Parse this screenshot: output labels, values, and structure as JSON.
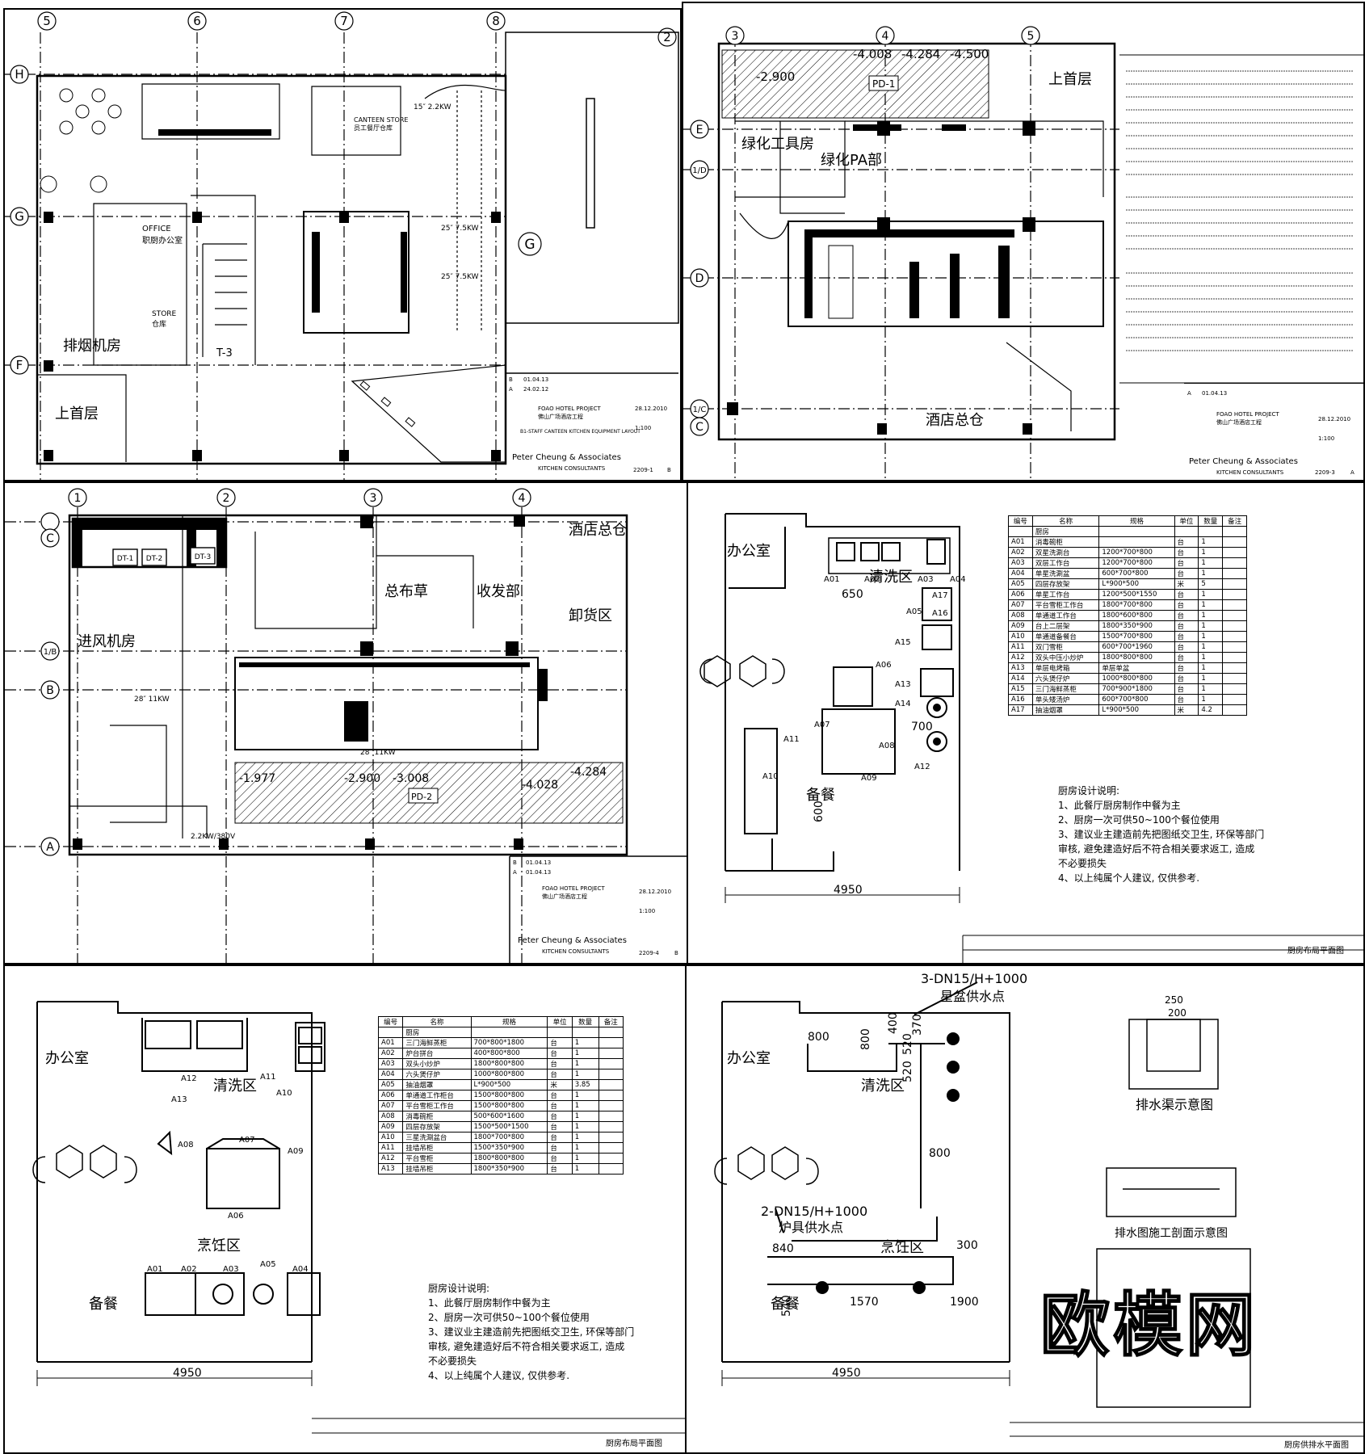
{
  "sheet1": {
    "grid": [
      "5",
      "6",
      "7",
      "8",
      "H",
      "G",
      "F"
    ],
    "rooms": {
      "fan_room": "排烟机房",
      "upper_floor": "上首层",
      "office": "OFFICE\n职厨办公室",
      "store": "STORE\n仓库",
      "canteen_store": "CANTEEN STORE\n员工餐厅仓库",
      "lift": "T-3"
    },
    "ratings": [
      "15″ 2.2KW",
      "25″ 7.5KW",
      "25″ 7.5KW"
    ],
    "title_block": {
      "rev_b": "B",
      "date_b": "01.04.13",
      "rev_a": "A",
      "date_a": "24.02.12",
      "project": "FOAO HOTEL PROJECT",
      "project_cn": "佛山广场酒店工程",
      "title": "B1-STAFF CANTEEN KITCHEN EQUIPMENT LAYOUT",
      "company": "Peter Cheung & Associates",
      "company_sub": "KITCHEN CONSULTANTS",
      "drawing_no": "2209-1",
      "rev": "B",
      "scale": "1:100",
      "date": "28.12.2010"
    }
  },
  "sheet2": {
    "grid": [
      "3",
      "4",
      "5",
      "E",
      "1/D",
      "D",
      "1/C",
      "C"
    ],
    "rooms": {
      "upper_floor": "上首层",
      "garden_tools": "绿化工具房",
      "garden_pa": "绿化PA部",
      "hotel_store": "酒店总仓"
    },
    "levels": [
      "-2.900",
      "-4.008",
      "-4.284",
      "-4.500"
    ],
    "tag": "PD-1",
    "title_block": {
      "rev_a": "A",
      "date_a": "01.04.13",
      "project": "FOAO HOTEL PROJECT",
      "project_cn": "佛山广场酒店工程",
      "company": "Peter Cheung & Associates",
      "company_sub": "KITCHEN CONSULTANTS",
      "drawing_no": "2209-3",
      "rev": "A",
      "scale": "1:100",
      "date": "28.12.2010"
    }
  },
  "sheet3": {
    "grid": [
      "1",
      "2",
      "3",
      "4",
      "C",
      "1/B",
      "B",
      "A"
    ],
    "rooms": {
      "hotel_store": "酒店总仓",
      "general_store": "总布草",
      "receiving": "收发部",
      "unloading": "卸货区",
      "air_room": "进风机房"
    },
    "levels": [
      "-1.977",
      "-2.900",
      "-3.008",
      "-4.028",
      "-4.284"
    ],
    "tags": [
      "DT-1",
      "DT-2",
      "DT-3",
      "PD-2"
    ],
    "ratings": [
      "28″ 11KW",
      "28″ 11KW",
      "2.2KW/380V"
    ],
    "title_block": {
      "rev_b": "B",
      "date_b": "01.04.13",
      "rev_a": "A",
      "date_a": "01.04.13",
      "project": "FOAO HOTEL PROJECT",
      "project_cn": "佛山广场酒店工程",
      "company": "Peter Cheung & Associates",
      "company_sub": "KITCHEN CONSULTANTS",
      "drawing_no": "2209-4",
      "rev": "B",
      "scale": "1:100",
      "date": "28.12.2010"
    }
  },
  "sheet4": {
    "rooms": {
      "office": "办公室",
      "wash": "清洗区",
      "serve": "备餐"
    },
    "dims": [
      "650",
      "700",
      "600",
      "4950"
    ],
    "table": {
      "headers": [
        "编号",
        "名称",
        "规格",
        "单位",
        "数量",
        "备注"
      ],
      "section": "厨房",
      "rows": [
        [
          "A01",
          "消毒碗柜",
          "",
          "台",
          "1",
          ""
        ],
        [
          "A02",
          "双星洗涮台",
          "1200*700*800",
          "台",
          "1",
          ""
        ],
        [
          "A03",
          "双层工作台",
          "1200*700*800",
          "台",
          "1",
          ""
        ],
        [
          "A04",
          "单星洗涮盆",
          "600*700*800",
          "台",
          "1",
          ""
        ],
        [
          "A05",
          "四层存放架",
          "L*900*500",
          "米",
          "5",
          ""
        ],
        [
          "A06",
          "单星工作台",
          "1200*500*1550",
          "台",
          "1",
          ""
        ],
        [
          "A07",
          "平台雪柜工作台",
          "1800*700*800",
          "台",
          "1",
          ""
        ],
        [
          "A08",
          "单通道工作台",
          "1800*600*800",
          "台",
          "1",
          ""
        ],
        [
          "A09",
          "台上二层架",
          "1800*350*900",
          "台",
          "1",
          ""
        ],
        [
          "A10",
          "单通道备餐台",
          "1500*700*800",
          "台",
          "1",
          ""
        ],
        [
          "A11",
          "双门雪柜",
          "600*700*1960",
          "台",
          "1",
          ""
        ],
        [
          "A12",
          "双头中压小炒炉",
          "1800*800*800",
          "台",
          "1",
          ""
        ],
        [
          "A13",
          "单层电烤箱",
          "单层单盆",
          "台",
          "1",
          ""
        ],
        [
          "A14",
          "六头煲仔炉",
          "1000*800*800",
          "台",
          "1",
          ""
        ],
        [
          "A15",
          "三门海鲜蒸柜",
          "700*900*1800",
          "台",
          "1",
          ""
        ],
        [
          "A16",
          "单头矮汤炉",
          "600*700*800",
          "台",
          "1",
          ""
        ],
        [
          "A17",
          "抽油烟罩",
          "L*900*500",
          "米",
          "4.2",
          ""
        ]
      ]
    },
    "notes": [
      "厨房设计说明:",
      "1、此餐厅厨房制作中餐为主",
      "2、厨房一次可供50~100个餐位使用",
      "3、建议业主建造前先把图纸交卫生, 环保等部门",
      "审核, 避免建造好后不符合相关要求返工, 造成",
      "不必要损失",
      "4、以上纯属个人建议, 仅供参考."
    ],
    "sheet_title": "厨房布局平面图"
  },
  "sheet5": {
    "rooms": {
      "office": "办公室",
      "wash": "清洗区",
      "cook": "烹饪区",
      "serve": "备餐"
    },
    "dims": [
      "4950"
    ],
    "table": {
      "headers": [
        "编号",
        "名称",
        "规格",
        "单位",
        "数量",
        "备注"
      ],
      "section": "厨房",
      "rows": [
        [
          "A01",
          "三门海鲜蒸柜",
          "700*800*1800",
          "台",
          "1",
          ""
        ],
        [
          "A02",
          "炉台拼台",
          "400*800*800",
          "台",
          "1",
          ""
        ],
        [
          "A03",
          "双头小炒炉",
          "1800*800*800",
          "台",
          "1",
          ""
        ],
        [
          "A04",
          "六头煲仔炉",
          "1000*800*800",
          "台",
          "1",
          ""
        ],
        [
          "A05",
          "抽油烟罩",
          "L*900*500",
          "米",
          "3.85",
          ""
        ],
        [
          "A06",
          "单通道工作柜台",
          "1500*800*800",
          "台",
          "1",
          ""
        ],
        [
          "A07",
          "平台雪柜工作台",
          "1500*800*800",
          "台",
          "1",
          ""
        ],
        [
          "A08",
          "消毒碗柜",
          "500*600*1600",
          "台",
          "1",
          ""
        ],
        [
          "A09",
          "四层存放架",
          "1500*500*1500",
          "台",
          "1",
          ""
        ],
        [
          "A10",
          "三星洗涮盆台",
          "1800*700*800",
          "台",
          "1",
          ""
        ],
        [
          "A11",
          "挂墙吊柜",
          "1500*350*900",
          "台",
          "1",
          ""
        ],
        [
          "A12",
          "平台雪柜",
          "1800*800*800",
          "台",
          "1",
          ""
        ],
        [
          "A13",
          "挂墙吊柜",
          "1800*350*900",
          "台",
          "1",
          ""
        ]
      ]
    },
    "notes": [
      "厨房设计说明:",
      "1、此餐厅厨房制作中餐为主",
      "2、厨房一次可供50~100个餐位使用",
      "3、建议业主建造前先把图纸交卫生, 环保等部门",
      "审核, 避免建造好后不符合相关要求返工, 造成",
      "不必要损失",
      "4、以上纯属个人建议, 仅供参考."
    ],
    "sheet_title": "厨房布局平面图"
  },
  "sheet6": {
    "rooms": {
      "office": "办公室",
      "wash": "清洗区",
      "cook": "烹饪区",
      "serve": "备餐"
    },
    "supply_1": "3-DN15/H+1000",
    "supply_1_sub": "星盆供水点",
    "supply_2": "2-DN15/H+1000",
    "supply_2_sub": "炉具供水点",
    "dims": [
      "800",
      "800",
      "400",
      "520",
      "370",
      "520",
      "800",
      "840",
      "300",
      "540",
      "1570",
      "1900",
      "4950",
      "250",
      "200"
    ],
    "drain_title": "排水渠示意图",
    "drain_section_title": "排水图施工剖面示意图",
    "sheet_title": "厨房供排水平面图"
  },
  "watermark": "欧模网"
}
